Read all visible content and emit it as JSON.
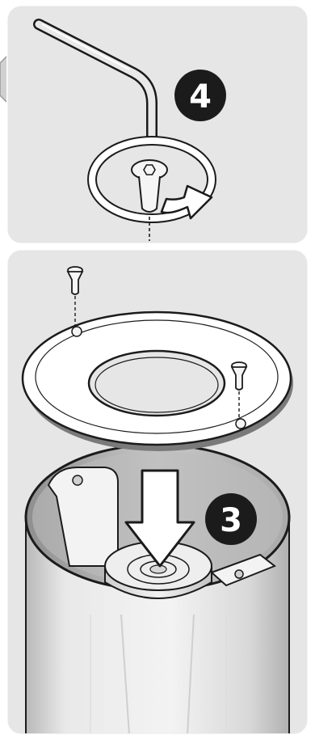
{
  "steps": [
    {
      "number": "4",
      "panel": "top",
      "action": "tighten-center-screw-with-hex-key"
    },
    {
      "number": "3",
      "panel": "bottom",
      "action": "insert-housing-and-attach-ring"
    }
  ],
  "icons": [
    "hex-key-icon",
    "rotation-arrow-icon",
    "hex-socket-screw-icon",
    "flat-head-screw-icon",
    "retaining-ring-icon",
    "down-arrow-icon",
    "cylinder-housing-icon"
  ],
  "colors": {
    "panel_bg": "#e6e6e6",
    "panel_border": "#ffffff",
    "badge_bg": "#1b1b1b",
    "line": "#1b1b1b",
    "ring_fill": "#ffffff"
  }
}
